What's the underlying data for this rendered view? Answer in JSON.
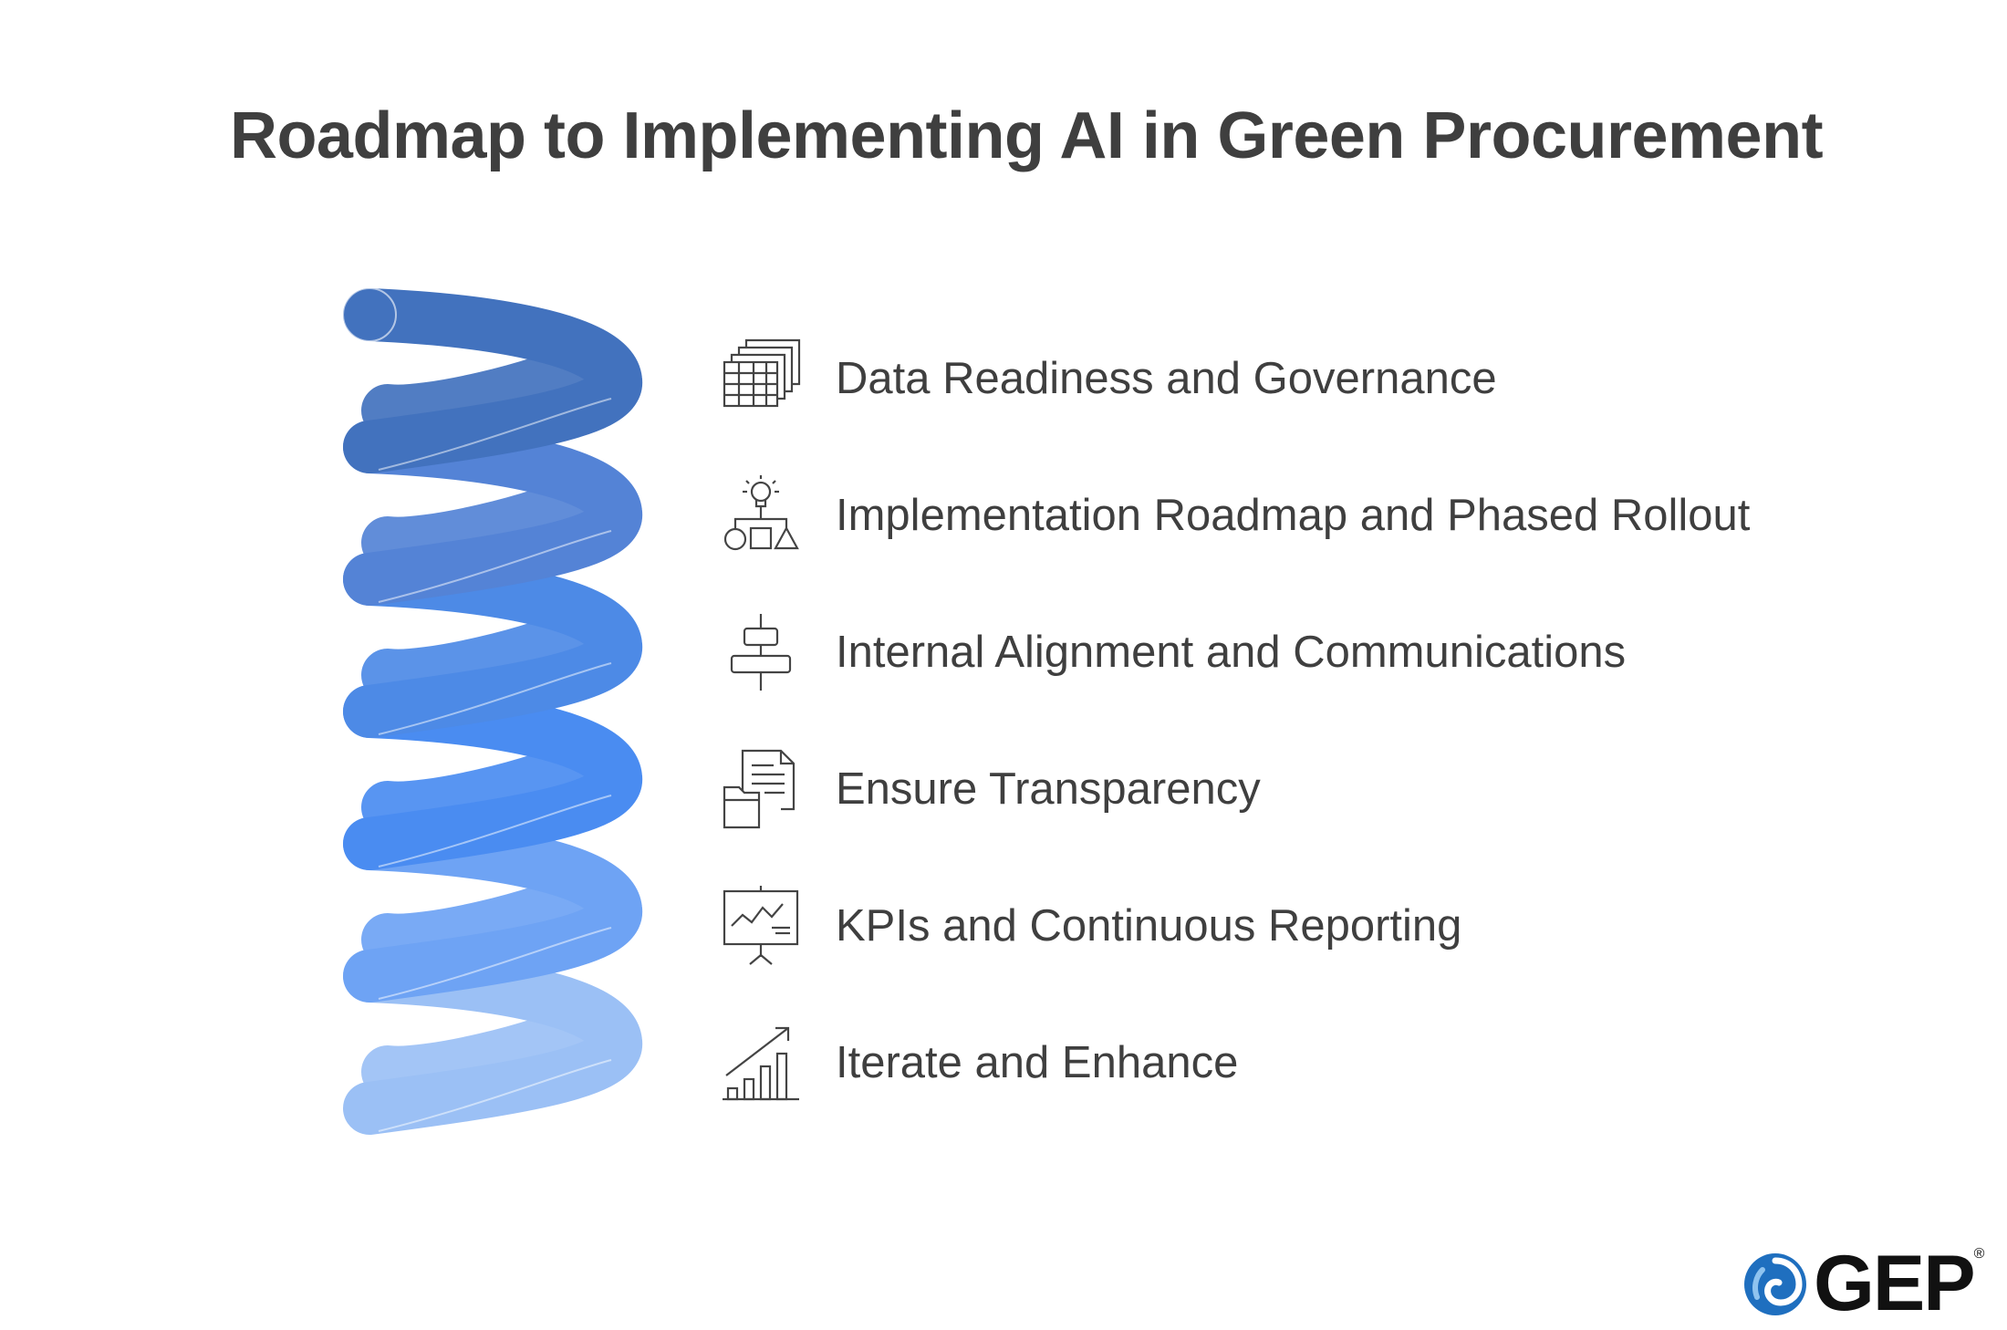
{
  "title": "Roadmap to Implementing AI in Green Procurement",
  "colors": {
    "coil_dark": "#4272be",
    "coil_medium": "#5483d6",
    "coil_mid": "#4d8ae6",
    "coil_bright": "#4a8cf1",
    "coil_light": "#6ea3f4",
    "coil_pale": "#9bc0f5",
    "text": "#3f3f3f",
    "icon_stroke": "#444444"
  },
  "steps": [
    {
      "label": "Data Readiness and Governance",
      "icon": "spreadsheet-stack-icon",
      "color": "#4272be"
    },
    {
      "label": "Implementation Roadmap and Phased Rollout",
      "icon": "idea-shapes-hierarchy-icon",
      "color": "#5483d6"
    },
    {
      "label": "Internal Alignment and Communications",
      "icon": "align-center-icon",
      "color": "#4d8ae6"
    },
    {
      "label": "Ensure Transparency",
      "icon": "documents-folder-icon",
      "color": "#4a8cf1"
    },
    {
      "label": "KPIs and Continuous Reporting",
      "icon": "presentation-board-icon",
      "color": "#6ea3f4"
    },
    {
      "label": "Iterate and Enhance",
      "icon": "growth-bar-chart-icon",
      "color": "#9bc0f5"
    }
  ],
  "logo": {
    "text": "GEP",
    "registered": "®"
  }
}
